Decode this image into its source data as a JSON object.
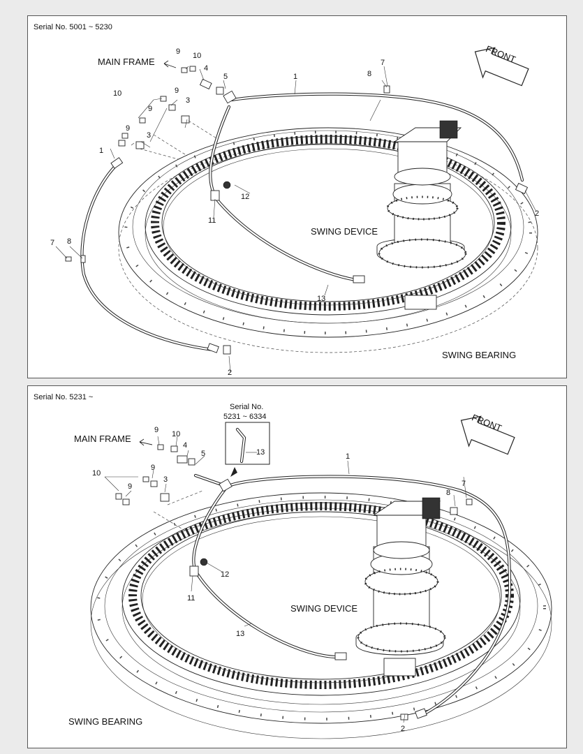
{
  "panels": [
    {
      "serial": "Serial No. 5001 ~ 5230",
      "labels": {
        "main_frame": "MAIN FRAME",
        "swing_device": "SWING DEVICE",
        "swing_bearing": "SWING BEARING",
        "front": "FRONT"
      },
      "callouts": [
        "1",
        "2",
        "2",
        "3",
        "3",
        "4",
        "5",
        "7",
        "7",
        "8",
        "8",
        "9",
        "9",
        "9",
        "9",
        "10",
        "10",
        "11",
        "12",
        "13",
        "1"
      ]
    },
    {
      "serial": "Serial No. 5231 ~",
      "labels": {
        "main_frame": "MAIN FRAME",
        "swing_device": "SWING DEVICE",
        "swing_bearing": "SWING BEARING",
        "front": "FRONT"
      },
      "inset": {
        "title": "Serial No.",
        "range": "5231 ~ 6334",
        "callout": "13"
      },
      "callouts": [
        "1",
        "2",
        "3",
        "4",
        "5",
        "7",
        "8",
        "9",
        "9",
        "9",
        "10",
        "10",
        "11",
        "12",
        "13"
      ]
    }
  ],
  "colors": {
    "page_bg": "#ebebeb",
    "panel_bg": "#ffffff",
    "ink": "#222222"
  },
  "icons": [
    "front-arrow-icon",
    "main-frame-arrow-icon"
  ]
}
